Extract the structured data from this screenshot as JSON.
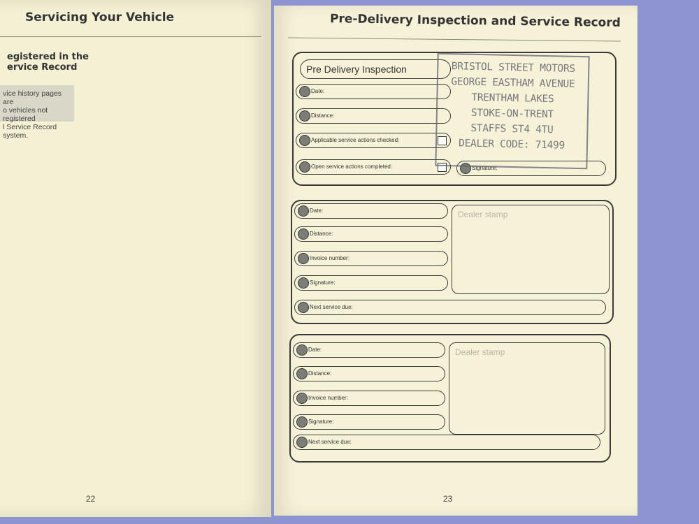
{
  "left_page": {
    "header": "Servicing Your Vehicle",
    "heading_line1": "egistered in the",
    "heading_line2": "ervice Record",
    "note_line1": "vice history pages are",
    "note_line2": "o vehicles not registered",
    "note_line3": "l Service Record system.",
    "page_number": "22"
  },
  "right_page": {
    "header": "Pre-Delivery Inspection and Service Record",
    "page_number": "23",
    "pdi": {
      "title": "Pre Delivery Inspection",
      "date_label": "Date:",
      "distance_label": "Distance:",
      "service_checked_label": "Applicable service actions checked:",
      "open_completed_label": "Open service actions completed:",
      "signature_label": "Signature:"
    },
    "stamp": {
      "line1": "BRISTOL STREET MOTORS",
      "line2": "GEORGE EASTHAM AVENUE",
      "line3": "TRENTHAM LAKES",
      "line4": "STOKE-ON-TRENT",
      "line5": "STAFFS ST4 4TU",
      "line6": "DEALER CODE: 71499"
    },
    "service_records": [
      {
        "date_label": "Date:",
        "distance_label": "Distance:",
        "invoice_label": "Invoice number:",
        "signature_label": "Signature:",
        "next_service_label": "Next service due:",
        "dealer_stamp_label": "Dealer stamp"
      },
      {
        "date_label": "Date:",
        "distance_label": "Distance:",
        "invoice_label": "Invoice number:",
        "signature_label": "Signature:",
        "next_service_label": "Next service due:",
        "dealer_stamp_label": "Dealer stamp"
      }
    ]
  }
}
